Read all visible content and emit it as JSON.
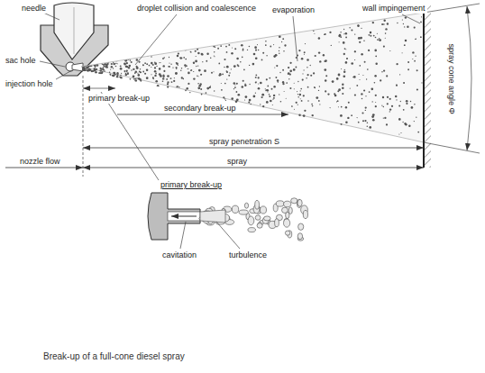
{
  "diagram": {
    "caption": "Break-up of a full-cone diesel spray",
    "labels": [
      "needle",
      "droplet collision and coalescence",
      "evaporation",
      "wall impingement",
      "sac hole",
      "injection hole",
      "spray cone angle Φ",
      "primary break-up",
      "secondary break-up",
      "spray penetration S",
      "nozzle flow",
      "spray",
      "primary break-up",
      "cavitation",
      "turbulence"
    ]
  }
}
